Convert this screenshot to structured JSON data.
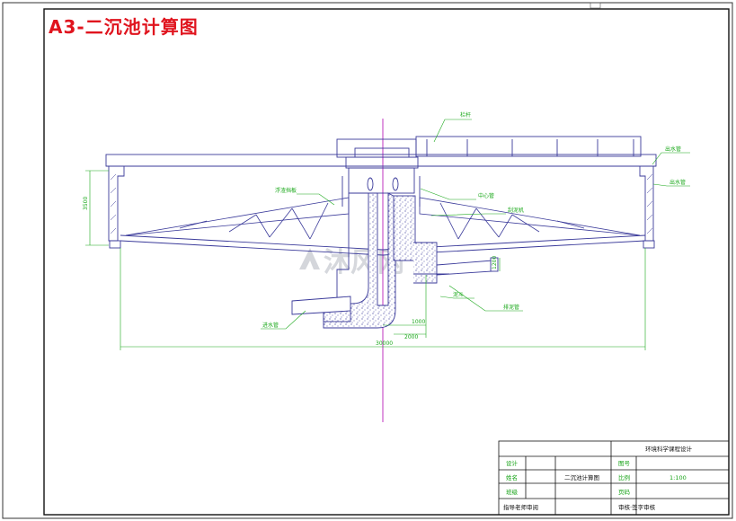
{
  "sheet": {
    "title": "A3-二沉池计算图",
    "watermark": "沐风网"
  },
  "labels": {
    "railing": "栏杆",
    "outlet_weir": "出水管",
    "outlet_pipe": "出水管",
    "scum_baffle": "浮渣挡板",
    "center_pipe": "中心管",
    "scraper": "刮泥机",
    "sludge_hopper": "泥斗",
    "sludge_pipe": "排泥管",
    "inlet_pipe": "进水管"
  },
  "dimensions": {
    "depth": "3500",
    "diameter": "30000",
    "hopper_depth": "1000",
    "hopper_width": "2000",
    "pipe_offset": "1200"
  },
  "title_block": {
    "project": "环境科学课程设计",
    "drawing_name": "二沉池计算图",
    "row1_label": "设计",
    "row2_label": "姓名",
    "row3_label": "班级",
    "row4_label": "指导老师审阅",
    "drawing_no_label": "图号",
    "scale_label": "比例",
    "scale_value": "1:100",
    "page_label": "页码",
    "review_label": "审核·签字审核"
  },
  "colors": {
    "title": "#e0141e",
    "outline": "#3a3a9a",
    "annotation": "#1aa81a",
    "axis": "#b000b0"
  }
}
